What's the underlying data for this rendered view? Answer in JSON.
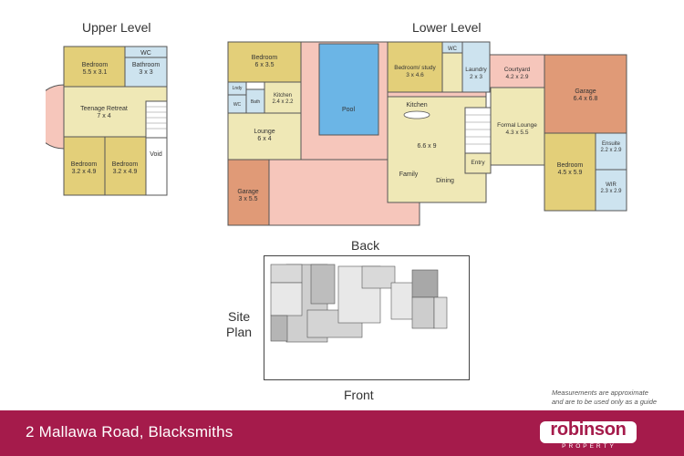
{
  "headings": {
    "upper": "Upper Level",
    "lower": "Lower Level",
    "back": "Back",
    "site": "Site",
    "plan": "Plan",
    "front": "Front"
  },
  "upper_rooms": {
    "bedroom_top": {
      "name": "Bedroom",
      "dims": "5.5 x 3.1"
    },
    "wc": {
      "name": "WC"
    },
    "bathroom": {
      "name": "Bathroom",
      "dims": "3 x 3"
    },
    "retreat": {
      "name": "Teenage Retreat",
      "dims": "7 x 4"
    },
    "bedroom_left": {
      "name": "Bedroom",
      "dims": "3.2 x 4.9"
    },
    "bedroom_right": {
      "name": "Bedroom",
      "dims": "3.2 x 4.9"
    },
    "void": {
      "name": "Void"
    }
  },
  "lower_rooms": {
    "bedroom": {
      "name": "Bedroom",
      "dims": "6 x 3.5"
    },
    "lndy": {
      "name": "Lndy"
    },
    "wc": {
      "name": "WC"
    },
    "bath": {
      "name": "Bath"
    },
    "kitchen_small": {
      "name": "Kitchen",
      "dims": "2.4 x 2.2"
    },
    "lounge": {
      "name": "Lounge",
      "dims": "6 x 4"
    },
    "garage_small": {
      "name": "Garage",
      "dims": "3 x 5.5"
    },
    "pool": {
      "name": "Pool"
    },
    "study": {
      "name": "Bedroom/ study",
      "dims": "3 x 4.6"
    },
    "wc2": {
      "name": "WC"
    },
    "laundry": {
      "name": "Laundry",
      "dims": "2 x 3"
    },
    "courtyard": {
      "name": "Courtyard",
      "dims": "4.2 x 2.9"
    },
    "garage_big": {
      "name": "Garage",
      "dims": "6.4 x 6.8"
    },
    "kitchen": {
      "name": "Kitchen"
    },
    "family_dims": {
      "dims": "6.6 x 9"
    },
    "family": {
      "name": "Family"
    },
    "dining": {
      "name": "Dining"
    },
    "entry": {
      "name": "Entry"
    },
    "formal": {
      "name": "Formal Lounge",
      "dims": "4.3 x 5.5"
    },
    "bedroom2": {
      "name": "Bedroom",
      "dims": "4.5 x 5.9"
    },
    "ensuite": {
      "name": "Ensuite",
      "dims": "2.2 x 2.9"
    },
    "wir": {
      "name": "WIR",
      "dims": "2.3 x 2.9"
    }
  },
  "footer": {
    "address": "2 Mallawa Road, Blacksmiths",
    "logo": "robinson",
    "logo_sub": "PROPERTY",
    "disclaimer_1": "Measurements are approximate",
    "disclaimer_2": "and are to be used only as a guide"
  },
  "colors": {
    "bedroom": "#e3cf79",
    "living": "#efe8b6",
    "wet": "#cde3ef",
    "outdoor": "#f6c6bb",
    "garage": "#e09a77",
    "pool": "#6bb5e6",
    "brand": "#a51b4b"
  }
}
